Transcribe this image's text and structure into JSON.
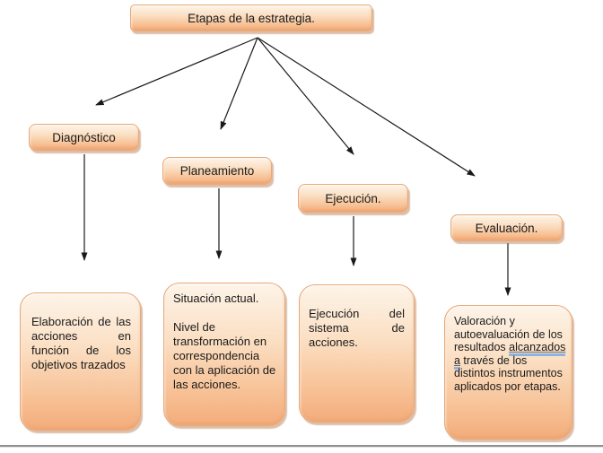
{
  "diagram": {
    "title": "Etapas de la estrategia.",
    "stages": [
      {
        "label": "Diagnóstico"
      },
      {
        "label": "Planeamiento"
      },
      {
        "label": "Ejecución."
      },
      {
        "label": "Evaluación."
      }
    ],
    "details": {
      "diagnostico": "Elaboración de las acciones en función de los objetivos trazados",
      "planeamiento_p1": "Situación actual.",
      "planeamiento_p2": "Nivel de transformación en correspondencia con la aplicación de las acciones.",
      "ejecucion": "Ejecución del sistema de acciones.",
      "evaluacion_pre": "Valoración y autoevaluación de los resultados ",
      "evaluacion_marked": "alcanzados a",
      "evaluacion_post": " través de los distintos instrumentos aplicados por etapas."
    },
    "colors": {
      "node_fill_light": "#fdf4e9",
      "node_fill_dark": "#f3ac7b",
      "node_border": "#e7a978",
      "node_shadow": "#ba8057",
      "arrow": "#1a1a1a",
      "spellcheck_underline": "#8db4e2",
      "divider_line": "#8f8f8f",
      "text": "#1a1a1a"
    }
  }
}
